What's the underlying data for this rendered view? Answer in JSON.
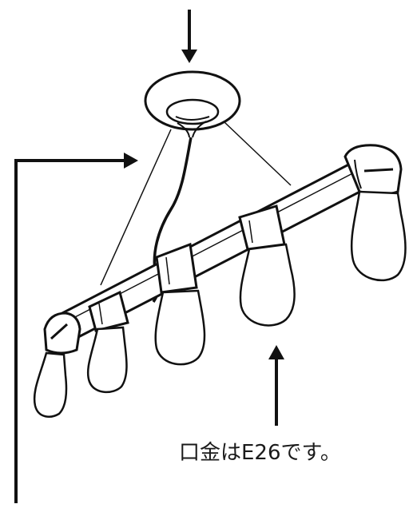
{
  "diagram": {
    "caption": "口金はE26です。",
    "colors": {
      "ink": "#111111",
      "background": "#ffffff"
    },
    "parts": [
      "ceiling-canopy",
      "hanging-cord",
      "support-wire-left",
      "support-wire-right",
      "pipe-arm",
      "elbow-joint-left",
      "elbow-joint-right",
      "socket",
      "bulb"
    ],
    "bulb_count": 5
  }
}
